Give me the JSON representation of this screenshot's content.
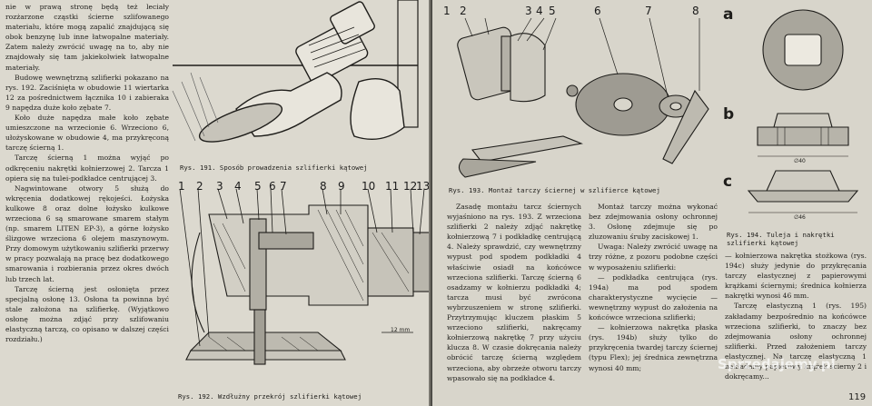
{
  "left_page": {
    "column_paragraphs": [
      "nie w prawą stronę będą też leciały rozżarzone cząstki ścierne szlifowanego materiału, które mogą zapalić znajdującą się obok benzynę lub inne łatwopalne materiały. Zatem należy zwrócić uwagę na to, aby nie znajdowały się tam jakiekolwiek łatwopalne materiały.",
      "Budowę wewnętrzną szlifierki pokazano na rys. 192. Zaciśnięta w obudowie 11 wiertarka 12 za pośrednictwem łącznika 10 i zabieraka 9 napędza duże koło zębate 7.",
      "Koło duże napędza małe koło zębate umieszczone na wrzecionie 6. Wrzeciono 6, ułożyskowane w obudowie 4, ma przykręconą tarczę ścierną 1.",
      "Tarczę ścierną 1 można wyjąć po odkręceniu nakrętki kołnierzowej 2. Tarcza 1 opiera się na tulei-podkładce centrującej 3.",
      "Nagwintowane otwory 5 służą do wkręcenia dodatkowej rękojeści. Łożyska kulkowe 8 oraz dolne łożysko kulkowe wrzeciona 6 są smarowane smarem stałym (np. smarem LITEN EP-3), a górne łożysko ślizgowe wrzeciona 6 olejem maszynowym. Przy domowym użytkowaniu szlifierki przerwy w pracy pozwalają na pracę bez dodatkowego smarowania i rozbierania przez okres dwóch lub trzech lat.",
      "Tarczę ścierną jest osłonięta przez specjalną osłonę 13. Osłona ta powinna być stale założona na szlifierkę. (Wyjątkowo osłonę można zdjąć przy szlifowaniu elastyczną tarczą, co opisano w dalszej części rozdziału.)"
    ],
    "fig191_caption": "Rys. 191. Sposób prowadzenia szlifierki kątowej",
    "fig192_caption": "Rys. 192. Wzdłużny przekrój szlifierki kątowej",
    "fig192_callouts": [
      "1",
      "2",
      "3",
      "4",
      "5",
      "6",
      "7",
      "8",
      "9",
      "10",
      "11",
      "12",
      "13"
    ],
    "fig192_dim": "12 mm"
  },
  "right_page": {
    "fig193_callouts": [
      "1",
      "2",
      "3",
      "4",
      "5",
      "6",
      "7",
      "8"
    ],
    "fig193_caption": "Rys. 193. Montaż tarczy ściernej w szlifierce kątowej",
    "fig194_letters": [
      "a",
      "b",
      "c"
    ],
    "fig194_dims": [
      "∅40",
      "∅46"
    ],
    "fig194_caption": "Rys. 194. Tuleja i nakrętki szlifierki kątowej",
    "col1_paragraphs": [
      "Zasadę montażu tarcz ściernych wyjaśniono na rys. 193. Z wrzeciona szlifierki 2 należy zdjąć nakrętkę kołnierzową 7 i podkładkę centrującą 4. Należy sprawdzić, czy wewnętrzny wypust pod spodem podkładki 4 właściwie osiadł na końcówce wrzeciona szlifierki. Tarczę ścierną 6 osadzamy w kołnierzu podkładki 4; tarcza musi być zwrócona wybrzuszeniem w stronę szlifierki. Przytrzymując kluczem płaskim 5 wrzeciono szlifierki, nakręcamy kołnierzową nakrętkę 7 przy użyciu klucza 8. W czasie dokręcania należy obrócić tarczę ścierną względem wrzeciona, aby obrzeże otworu tarczy wpasowało się na podkładce 4."
    ],
    "col2_paragraphs": [
      "Montaż tarczy można wykonać bez zdejmowania osłony ochronnej 3. Osłonę zdejmuje się po zluzowaniu śruby zaciskowej 1.",
      "Uwaga: Należy zwrócić uwagę na trzy różne, z pozoru podobne części w wyposażeniu szlifierki:",
      "— podkładka centrująca (rys. 194a) ma pod spodem charakterystyczne wycięcie — wewnętrzny wypust do założenia na końcówce wrzeciona szlifierki;",
      "— kołnierzowa nakrętka płaska (rys. 194b) służy tylko do przykręcenia twardej tarczy ściernej (typu Flex); jej średnica zewnętrzna wynosi 40 mm;"
    ],
    "col3_paragraphs": [
      "— kołnierzowa nakrętka stożkowa (rys. 194c) służy jedynie do przykręcania tarczy elastycznej z papierowymi krążkami ściernymi; średnica kołnierza nakrętki wynosi 46 mm.",
      "Tarczę elastyczną 1 (rys. 195) zakładamy bezpośrednio na końcówce wrzeciona szlifierki, to znaczy bez zdejmowania osłony ochronnej szlifierki. Przed założeniem tarczy elastycznej. Na tarczę elastyczną 1 nakładamy papierowy krążek ścierny 2 i dokręcamy..."
    ],
    "page_number": "119"
  },
  "watermark": "Sprzedajemy.pl"
}
